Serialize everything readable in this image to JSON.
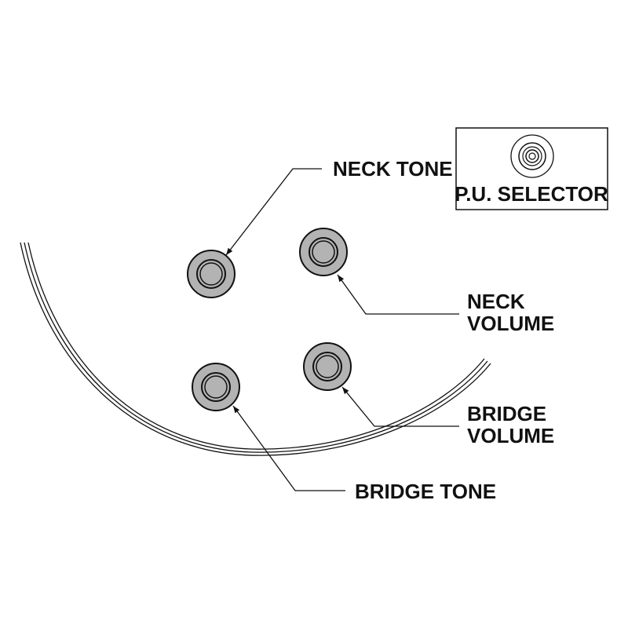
{
  "diagram": {
    "labels": {
      "neck_tone": "NECK TONE",
      "neck_volume_line1": "NECK",
      "neck_volume_line2": "VOLUME",
      "bridge_volume_line1": "BRIDGE",
      "bridge_volume_line2": "VOLUME",
      "bridge_tone": "BRIDGE TONE",
      "pu_selector": "P.U. SELECTOR"
    },
    "colors": {
      "knob_fill": "#b3b3b3",
      "line": "#111111",
      "background": "#ffffff"
    }
  }
}
